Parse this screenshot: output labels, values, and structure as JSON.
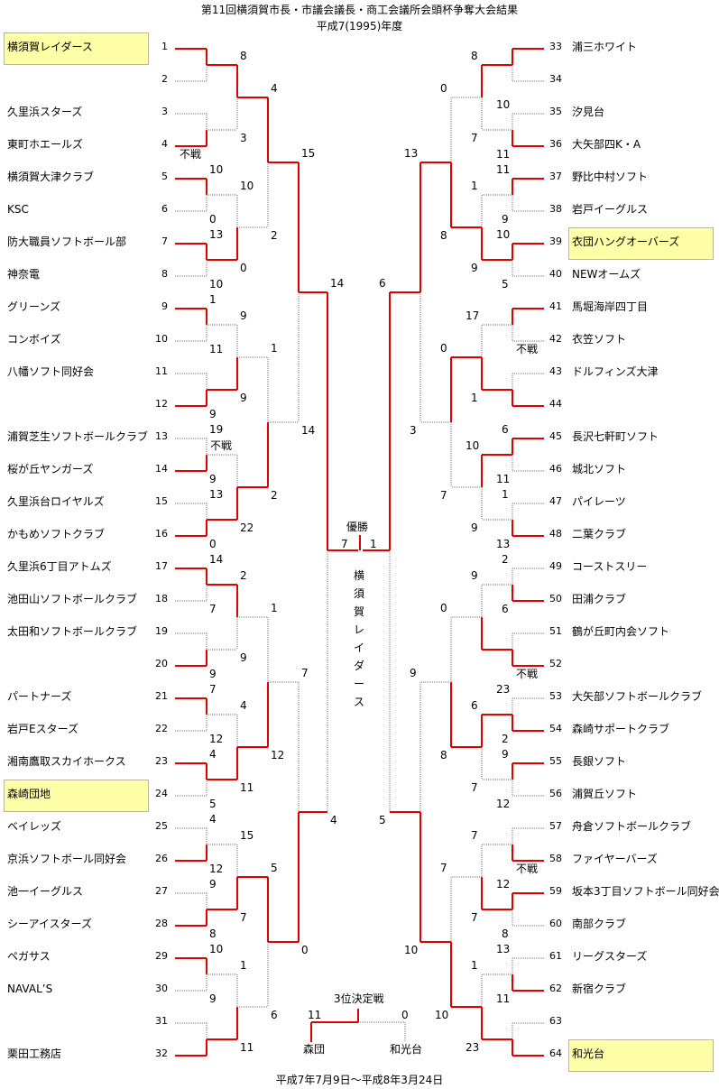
{
  "title": "第11回横須賀市長・市議会議長・商工会議所会頭杯争奪大会結果",
  "subtitle": "平成7(1995)年度",
  "footer": "平成7年7月9日～平成8年3月24日",
  "final": {
    "label": "優勝",
    "left_score": "7",
    "right_score": "1",
    "winner_vertical": "横須賀レイダース"
  },
  "third_place": {
    "label": "3位決定戦",
    "left_score": "11",
    "right_score": "0",
    "left_team": "森団",
    "right_team": "和光台"
  },
  "left_teams": [
    "横須賀レイダース",
    "",
    "久里浜スターズ",
    "東町ホエールズ",
    "横須賀大津クラブ",
    "KSC",
    "防大職員ソフトボール部",
    "神奈電",
    "グリーンズ",
    "コンボイズ",
    "八幡ソフト同好会",
    "",
    "浦賀芝生ソフトボールクラブ",
    "桜が丘ヤンガーズ",
    "久里浜台ロイヤルズ",
    "かもめソフトクラブ",
    "久里浜6丁目アトムズ",
    "池田山ソフトボールクラブ",
    "太田和ソフトボールクラブ",
    "",
    "パートナーズ",
    "岩戸Eスターズ",
    "湘南鷹取スカイホークス",
    "森崎団地",
    "ベイレッズ",
    "京浜ソフトボール同好会",
    "池一イーグルス",
    "シーアイスターズ",
    "ペガサス",
    "NAVAL’S",
    "",
    "栗田工務店"
  ],
  "right_teams": [
    "浦三ホワイト",
    "",
    "汐見台",
    "大矢部四K・A",
    "野比中村ソフト",
    "岩戸イーグルス",
    "衣団ハングオーバーズ",
    "NEWオームズ",
    "馬堀海岸四丁目",
    "衣笠ソフト",
    "ドルフィンズ大津",
    "",
    "長沢七軒町ソフト",
    "城北ソフト",
    "パイレーツ",
    "二葉クラブ",
    "コーストスリー",
    "田浦クラブ",
    "鶴が丘町内会ソフト",
    "",
    "大矢部ソフトボールクラブ",
    "森崎サポートクラブ",
    "長銀ソフト",
    "浦賀丘ソフト",
    "舟倉ソフトボールクラブ",
    "ファイヤーバーズ",
    "坂本3丁目ソフトボール同好会",
    "南部クラブ",
    "リーグスターズ",
    "新宿クラブ",
    "",
    "和光台"
  ],
  "left_numbers": [
    "1",
    "2",
    "3",
    "4",
    "5",
    "6",
    "7",
    "8",
    "9",
    "10",
    "11",
    "12",
    "13",
    "14",
    "15",
    "16",
    "17",
    "18",
    "19",
    "20",
    "21",
    "22",
    "23",
    "24",
    "25",
    "26",
    "27",
    "28",
    "29",
    "30",
    "31",
    "32"
  ],
  "right_numbers": [
    "33",
    "34",
    "35",
    "36",
    "37",
    "38",
    "39",
    "40",
    "41",
    "42",
    "43",
    "44",
    "45",
    "46",
    "47",
    "48",
    "49",
    "50",
    "51",
    "52",
    "53",
    "54",
    "55",
    "56",
    "57",
    "58",
    "59",
    "60",
    "61",
    "62",
    "63",
    "64"
  ],
  "scores": {
    "l1": [
      "",
      "",
      "",
      "不戦",
      "10",
      "0",
      "13",
      "10",
      "1",
      "11",
      "",
      "9",
      "19",
      "9",
      "13",
      "0",
      "14",
      "7",
      "",
      "9",
      "7",
      "12",
      "4",
      "5",
      "4",
      "12",
      "9",
      "8",
      "10",
      "9",
      "",
      ""
    ],
    "l2": [
      "8",
      "3",
      "10",
      "0",
      "9",
      "9",
      "不戦",
      "22",
      "2",
      "9",
      "4",
      "11",
      "15",
      "7",
      "1",
      "11"
    ],
    "l3": [
      "4",
      "2",
      "1",
      "2",
      "1",
      "12",
      "5",
      "6"
    ],
    "l4": [
      "15",
      "14",
      "7",
      "0"
    ],
    "l5": [
      "14",
      "4"
    ],
    "r1": [
      "",
      "",
      "10",
      "11",
      "11",
      "9",
      "10",
      "5",
      "",
      "不戦",
      "",
      "",
      "6",
      "11",
      "1",
      "13",
      "2",
      "6",
      "",
      "不戦",
      "23",
      "2",
      "9",
      "12",
      "",
      "不戦",
      "12",
      "8",
      "13",
      "11",
      "",
      ""
    ],
    "r2": [
      "8",
      "7",
      "1",
      "9",
      "17",
      "1",
      "10",
      "9",
      "9",
      "",
      "6",
      "7",
      "7",
      "7",
      "1",
      "23"
    ],
    "r3": [
      "0",
      "8",
      "0",
      "7",
      "0",
      "8",
      "7",
      "10"
    ],
    "r4": [
      "13",
      "3",
      "9",
      "10"
    ],
    "r5": [
      "6",
      "5"
    ]
  },
  "highlighted": [
    "横須賀レイダース",
    "森崎団地",
    "衣団ハングオーバーズ",
    "和光台"
  ],
  "colors": {
    "winner_line": "#e00000",
    "loser_line": "#7a7a7a",
    "highlight_bg": "#ffffa8"
  }
}
